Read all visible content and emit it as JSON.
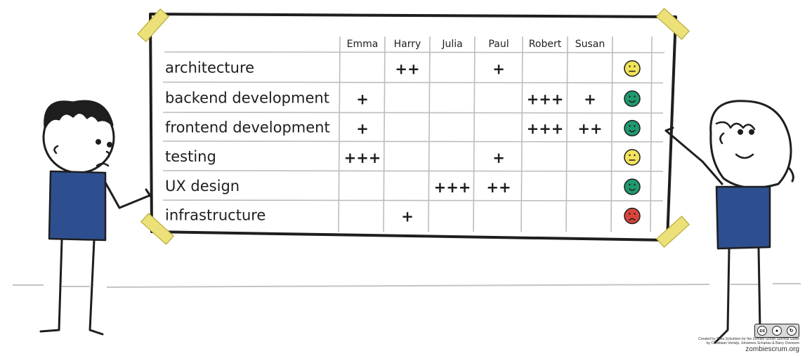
{
  "board": {
    "people": [
      "Emma",
      "Harry",
      "Julia",
      "Paul",
      "Robert",
      "Susan"
    ],
    "skills": [
      {
        "name": "architecture",
        "marks": [
          "",
          "++",
          "",
          "+",
          "",
          ""
        ],
        "mood": "neutral"
      },
      {
        "name": "backend development",
        "marks": [
          "+",
          "",
          "",
          "",
          "+++",
          "+"
        ],
        "mood": "happy"
      },
      {
        "name": "frontend development",
        "marks": [
          "+",
          "",
          "",
          "",
          "+++",
          "++"
        ],
        "mood": "happy"
      },
      {
        "name": "testing",
        "marks": [
          "+++",
          "",
          "",
          "+",
          "",
          ""
        ],
        "mood": "neutral"
      },
      {
        "name": "UX design",
        "marks": [
          "",
          "",
          "+++",
          "++",
          "",
          ""
        ],
        "mood": "happy"
      },
      {
        "name": "infrastructure",
        "marks": [
          "",
          "+",
          "",
          "",
          "",
          ""
        ],
        "mood": "sad"
      }
    ]
  },
  "colors": {
    "neutral": "#f2e35a",
    "happy": "#1f9a6e",
    "sad": "#d8453a",
    "tape": "#ece178",
    "shirt": "#2e4f8f",
    "line": "#1e1e1e"
  },
  "credit": {
    "line1": "Created by Thea Schukken for the Zombie Scrum Survival Guide",
    "line2": "by Christiaan Verwijs, Johannes Schartau & Barry Overeem",
    "site": "zombiescrum.org",
    "license": "cc"
  }
}
